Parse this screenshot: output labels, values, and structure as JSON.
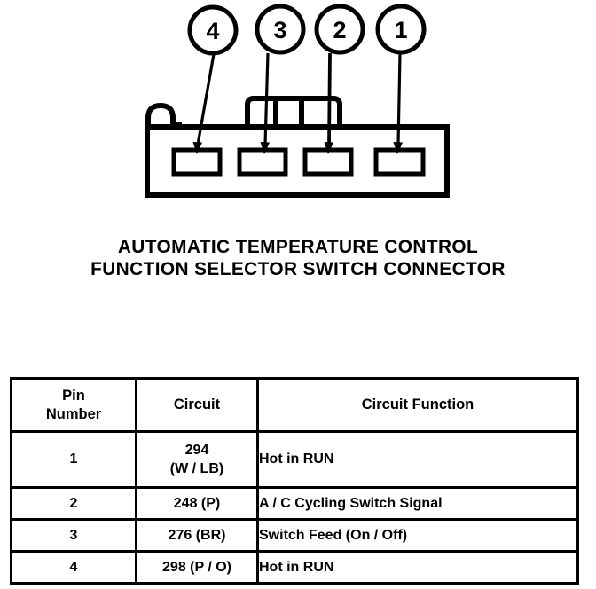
{
  "page": {
    "background_color": "#ffffff",
    "ink_color": "#000000"
  },
  "diagram": {
    "name": "automatic-temperature-control-function-selector-switch-connector",
    "callouts": [
      {
        "label": "4",
        "pin": 4
      },
      {
        "label": "3",
        "pin": 3
      },
      {
        "label": "2",
        "pin": 2
      },
      {
        "label": "1",
        "pin": 1
      }
    ],
    "connector": {
      "cavity_count": 4,
      "has_latch_tab": true,
      "has_left_hook": true
    }
  },
  "title": {
    "line1": "AUTOMATIC TEMPERATURE CONTROL",
    "line2": "FUNCTION SELECTOR SWITCH CONNECTOR"
  },
  "table": {
    "name": "pin-circuit-function-table",
    "headers": {
      "pin_number_l1": "Pin",
      "pin_number_l2": "Number",
      "circuit": "Circuit",
      "circuit_function": "Circuit Function"
    },
    "rows": [
      {
        "pin": "1",
        "circuit_l1": "294",
        "circuit_l2": "(W / LB)",
        "circuit": "294 (W / LB)",
        "function": "Hot in RUN"
      },
      {
        "pin": "2",
        "circuit_l1": "248 (P)",
        "circuit_l2": "",
        "circuit": "248 (P)",
        "function": "A / C Cycling Switch Signal"
      },
      {
        "pin": "3",
        "circuit_l1": "276 (BR)",
        "circuit_l2": "",
        "circuit": "276 (BR)",
        "function": "Switch Feed (On / Off)"
      },
      {
        "pin": "4",
        "circuit_l1": "298 (P / O)",
        "circuit_l2": "",
        "circuit": "298 (P / O)",
        "function": "Hot in RUN"
      }
    ]
  }
}
